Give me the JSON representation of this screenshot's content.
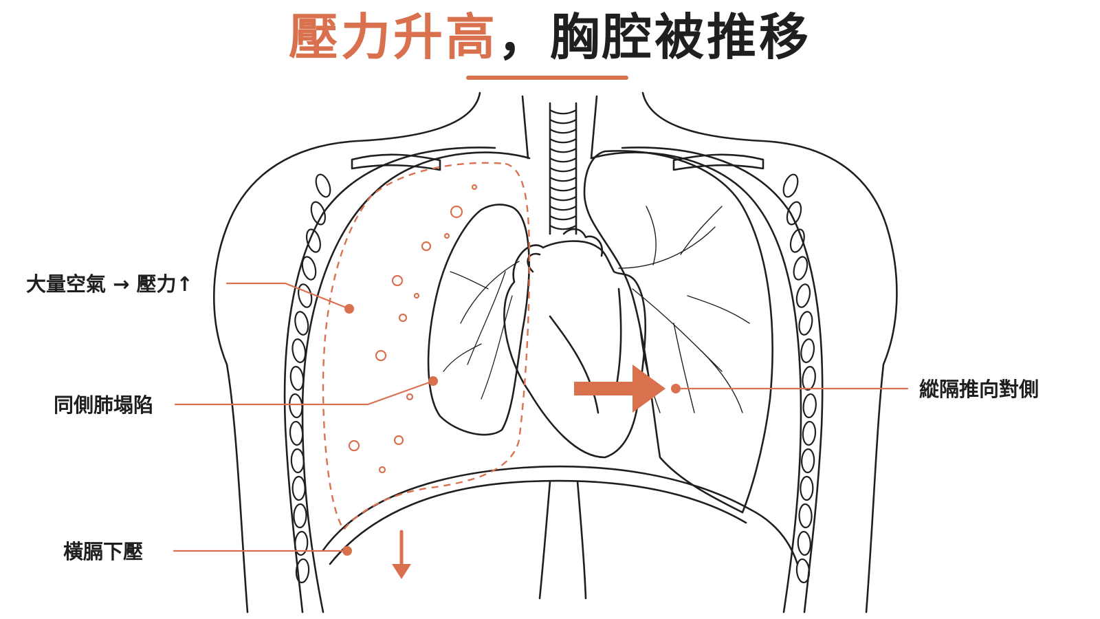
{
  "title": {
    "accent_text": "壓力升高",
    "separator": "，",
    "dark_text": "胸腔被推移"
  },
  "labels": {
    "air_pressure": "大量空氣 → 壓力↑",
    "lung_collapse": "同側肺塌陷",
    "diaphragm_down": "橫膈下壓",
    "mediastinum_shift": "縱隔推向對側"
  },
  "colors": {
    "accent": "#d9714f",
    "outline": "#1f1f1f",
    "text": "#1f1f1f",
    "background": "#ffffff"
  }
}
